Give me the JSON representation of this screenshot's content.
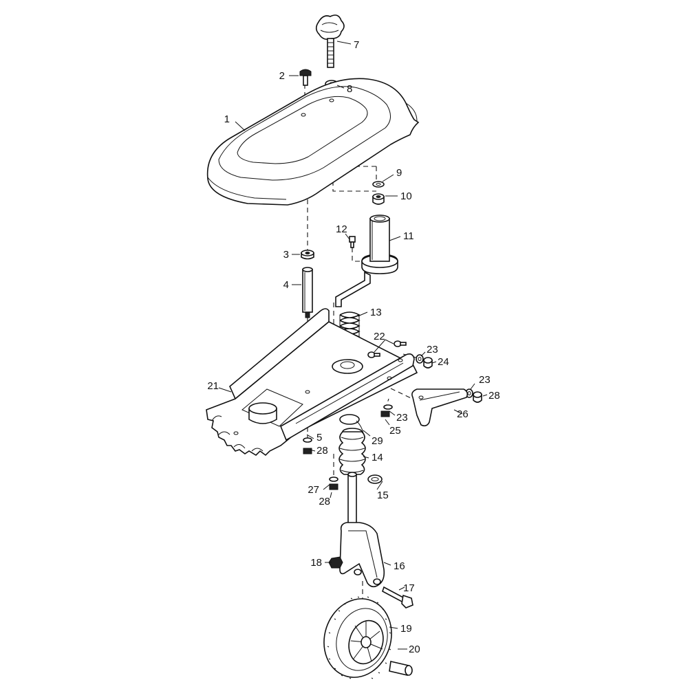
{
  "callouts": [
    {
      "id": "c1",
      "label": "1"
    },
    {
      "id": "c2",
      "label": "2"
    },
    {
      "id": "c3",
      "label": "3"
    },
    {
      "id": "c4",
      "label": "4"
    },
    {
      "id": "c5",
      "label": "5"
    },
    {
      "id": "c7",
      "label": "7"
    },
    {
      "id": "c8",
      "label": "8"
    },
    {
      "id": "c9",
      "label": "9"
    },
    {
      "id": "c10",
      "label": "10"
    },
    {
      "id": "c11",
      "label": "11"
    },
    {
      "id": "c12",
      "label": "12"
    },
    {
      "id": "c13",
      "label": "13"
    },
    {
      "id": "c14",
      "label": "14"
    },
    {
      "id": "c15",
      "label": "15"
    },
    {
      "id": "c16",
      "label": "16"
    },
    {
      "id": "c17",
      "label": "17"
    },
    {
      "id": "c18",
      "label": "18"
    },
    {
      "id": "c19",
      "label": "19"
    },
    {
      "id": "c20",
      "label": "20"
    },
    {
      "id": "c21",
      "label": "21"
    },
    {
      "id": "c22",
      "label": "22"
    },
    {
      "id": "c23a",
      "label": "23"
    },
    {
      "id": "c23b",
      "label": "23"
    },
    {
      "id": "c23c",
      "label": "23"
    },
    {
      "id": "c24",
      "label": "24"
    },
    {
      "id": "c25",
      "label": "25"
    },
    {
      "id": "c26",
      "label": "26"
    },
    {
      "id": "c27",
      "label": "27"
    },
    {
      "id": "c28a",
      "label": "28"
    },
    {
      "id": "c28b",
      "label": "28"
    },
    {
      "id": "c28c",
      "label": "28"
    },
    {
      "id": "c29",
      "label": "29"
    }
  ]
}
